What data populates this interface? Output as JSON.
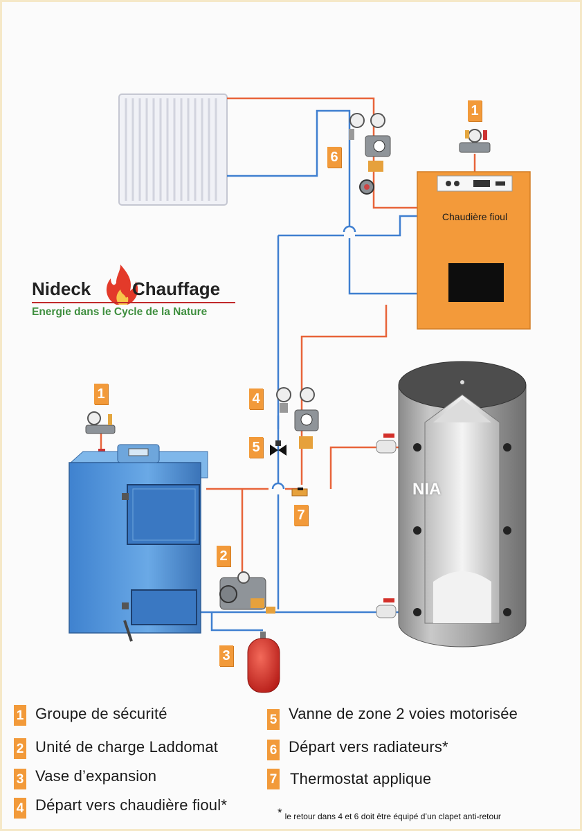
{
  "logo": {
    "brand_left": "Nideck",
    "brand_right": "Chauffage",
    "tagline": "Energie dans le Cycle de la Nature",
    "icon": "flame-icon"
  },
  "labels": {
    "oil_boiler": "Chaudière fioul",
    "buffer_tank": "NIA"
  },
  "badges": [
    "1",
    "1",
    "2",
    "3",
    "4",
    "5",
    "6",
    "7"
  ],
  "legend": [
    {
      "num": "1",
      "text": "Groupe de sécurité"
    },
    {
      "num": "2",
      "text": "Unité de charge Laddomat"
    },
    {
      "num": "3",
      "text": "Vase d’expansion"
    },
    {
      "num": "4",
      "text": "Départ vers chaudière fioul*"
    },
    {
      "num": "5",
      "text": "Vanne de zone 2 voies motorisée"
    },
    {
      "num": "6",
      "text": "Départ vers radiateurs*"
    },
    {
      "num": "7",
      "text": "Thermostat applique"
    }
  ],
  "footnote": {
    "star": "*",
    "text": "le retour dans 4 et 6 doit être  équipé d’un clapet anti-retour"
  },
  "colors": {
    "hot_pipe": "#e8643a",
    "cold_pipe": "#3f7fd0",
    "badge": "#f29a3a",
    "oil_boiler": "#f39a3a",
    "wood_boiler": "#5a9ad8",
    "expansion_vessel": "#d8302a"
  }
}
